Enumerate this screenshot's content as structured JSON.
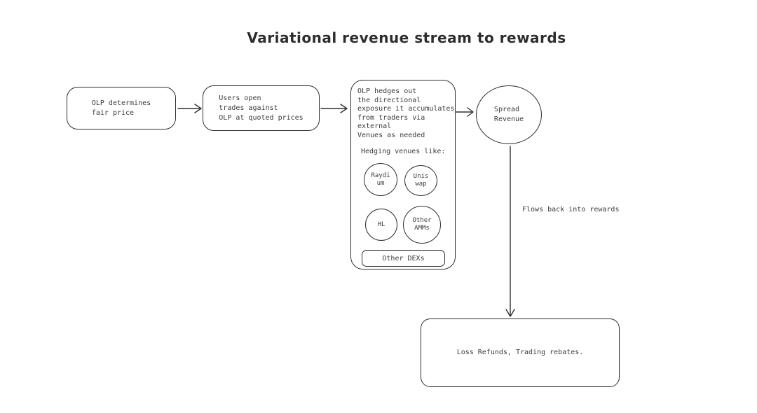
{
  "title": "Variational revenue stream to rewards",
  "colors": {
    "background": "#ffffff",
    "stroke": "#2f2f2f",
    "text": "#3b3b3b"
  },
  "nodes": {
    "fair_price": {
      "label": "OLP determines\nfair price"
    },
    "users_trade": {
      "label": "Users open\ntrades against\nOLP at quoted prices"
    },
    "hedging": {
      "description": "OLP hedges out\nthe directional\nexposure it accumulates\nfrom traders via external\nVenues as needed",
      "heading": "Hedging venues like:",
      "venues": [
        {
          "label": "Raydi\num"
        },
        {
          "label": "Unis\nwap"
        },
        {
          "label": "HL"
        },
        {
          "label": "Other\nAMMs"
        }
      ],
      "footer": "Other DEXs"
    },
    "spread_revenue": {
      "label": "Spread\nRevenue"
    },
    "rewards": {
      "label": "Loss Refunds, Trading rebates."
    }
  },
  "edges": {
    "flow_label": "Flows back into rewards"
  }
}
